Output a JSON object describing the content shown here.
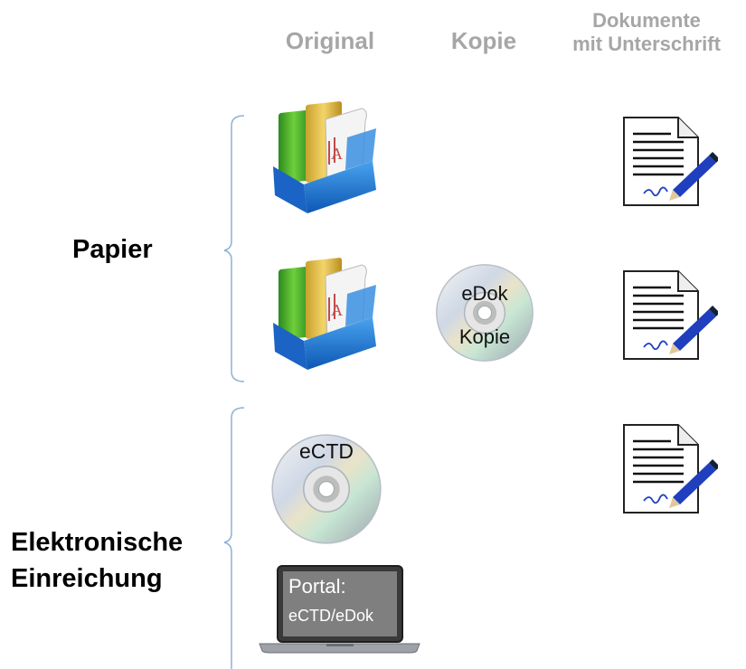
{
  "columns": {
    "original": "Original",
    "kopie": "Kopie",
    "dokumente_line1": "Dokumente",
    "dokumente_line2": "mit Unterschrift"
  },
  "groups": {
    "papier": {
      "label": "Papier"
    },
    "elektronisch": {
      "label_line1": "Elektronische",
      "label_line2": "Einreichung"
    }
  },
  "items": {
    "edok_disc": {
      "line1": "eDok",
      "line2": "Kopie"
    },
    "ectd_disc": {
      "label": "eCTD"
    },
    "portal": {
      "line1": "Portal:",
      "line2": "eCTD/eDok"
    }
  },
  "colors": {
    "header_gray": "#a6a6a6",
    "bracket_blue": "#8fb1d6",
    "pen_blue": "#1f3fbf"
  }
}
